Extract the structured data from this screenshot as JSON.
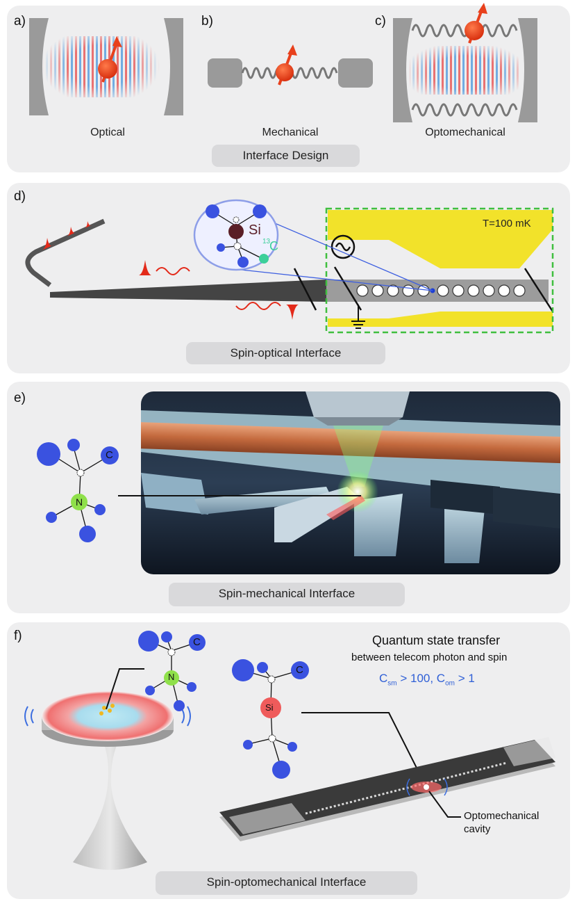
{
  "panel_abc": {
    "labels": {
      "a": "a)",
      "b": "b)",
      "c": "c)"
    },
    "captions": {
      "optical": "Optical",
      "mechanical": "Mechanical",
      "optomechanical": "Optomechanical"
    },
    "title": "Interface Design"
  },
  "panel_d": {
    "label": "d)",
    "temperature": "T=100 mK",
    "si_label": "Si",
    "c13_label": "C",
    "c13_superscript": "13",
    "title": "Spin-optical Interface"
  },
  "panel_e": {
    "label": "e)",
    "c_label": "C",
    "n_label": "N",
    "title": "Spin-mechanical Interface"
  },
  "panel_f": {
    "label": "f)",
    "c_label_left": "C",
    "n_label": "N",
    "c_label_right": "C",
    "si_label": "Si",
    "heading": "Quantum state transfer",
    "subheading": "between telecom photon and spin",
    "formula": "C",
    "formula_sub1": "sm",
    "formula_mid": " > 100, C",
    "formula_sub2": "om",
    "formula_end": " > 1",
    "cavity_label_line1": "Optomechanical",
    "cavity_label_line2": "cavity",
    "title": "Spin-optomechanical Interface"
  },
  "colors": {
    "panel_bg": "#eeeeef",
    "pill_bg": "#d9d9db",
    "spin_red": "#e8401c",
    "atom_blue": "#3a52e0",
    "yellow_electrode": "#f2e22a",
    "green_border": "#3fbf3f",
    "formula_blue": "#2f5fd6",
    "c13_green": "#3ccf9a"
  }
}
